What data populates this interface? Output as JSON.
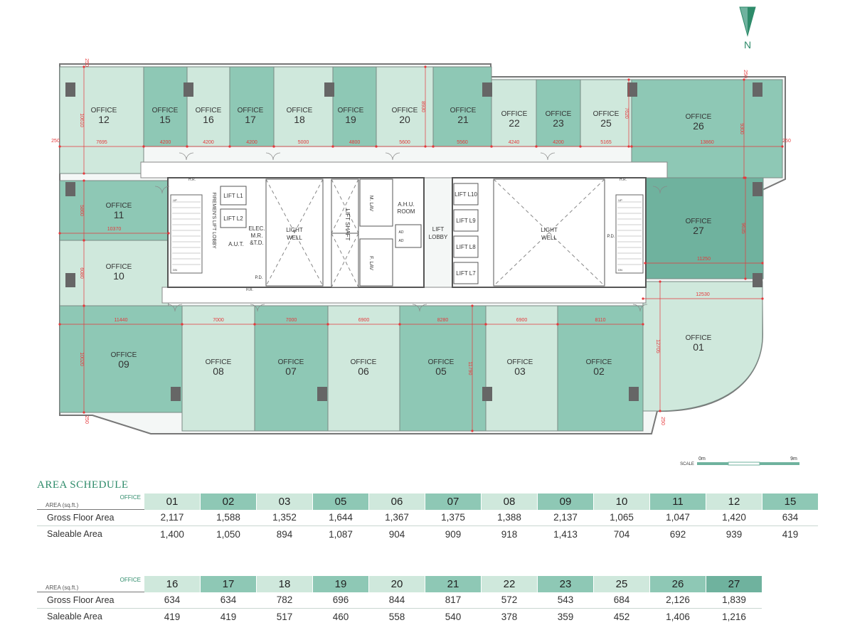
{
  "north": {
    "label": "N"
  },
  "scale": {
    "label": "SCALE",
    "start": "0m",
    "end": "9m"
  },
  "rooms": [
    {
      "id": "12",
      "label": "OFFICE",
      "num": "12"
    },
    {
      "id": "15",
      "label": "OFFICE",
      "num": "15"
    },
    {
      "id": "16",
      "label": "OFFICE",
      "num": "16"
    },
    {
      "id": "17",
      "label": "OFFICE",
      "num": "17"
    },
    {
      "id": "18",
      "label": "OFFICE",
      "num": "18"
    },
    {
      "id": "19",
      "label": "OFFICE",
      "num": "19"
    },
    {
      "id": "20",
      "label": "OFFICE",
      "num": "20"
    },
    {
      "id": "21",
      "label": "OFFICE",
      "num": "21"
    },
    {
      "id": "22",
      "label": "OFFICE",
      "num": "22"
    },
    {
      "id": "23",
      "label": "OFFICE",
      "num": "23"
    },
    {
      "id": "25",
      "label": "OFFICE",
      "num": "25"
    },
    {
      "id": "26",
      "label": "OFFICE",
      "num": "26"
    },
    {
      "id": "11",
      "label": "OFFICE",
      "num": "11"
    },
    {
      "id": "10",
      "label": "OFFICE",
      "num": "10"
    },
    {
      "id": "27",
      "label": "OFFICE",
      "num": "27"
    },
    {
      "id": "09",
      "label": "OFFICE",
      "num": "09"
    },
    {
      "id": "08",
      "label": "OFFICE",
      "num": "08"
    },
    {
      "id": "07",
      "label": "OFFICE",
      "num": "07"
    },
    {
      "id": "06",
      "label": "OFFICE",
      "num": "06"
    },
    {
      "id": "05",
      "label": "OFFICE",
      "num": "05"
    },
    {
      "id": "03",
      "label": "OFFICE",
      "num": "03"
    },
    {
      "id": "02",
      "label": "OFFICE",
      "num": "02"
    },
    {
      "id": "01",
      "label": "OFFICE",
      "num": "01"
    }
  ],
  "core_labels": {
    "firemen": "FIREMEN'S LIFT LOBBY",
    "lift_l1": "LIFT L1",
    "lift_l2": "LIFT L2",
    "elec": [
      "ELEC.",
      "M.R.",
      "&T.D."
    ],
    "aut": "A.U.T.",
    "pd": "P.D.",
    "hr": "H.R.",
    "light_well": [
      "LIGHT",
      "WELL"
    ],
    "lift_shaft": "LIFT SHAFT",
    "m_lav": "M. LAV",
    "f_lav": "F. LAV",
    "ahu": [
      "A.H.U.",
      "ROOM"
    ],
    "ad": "AD",
    "lift_lobby": [
      "LIFT",
      "LOBBY"
    ],
    "lifts_east": [
      "LIFT L10",
      "LIFT L9",
      "LIFT L8",
      "LIFT L7"
    ],
    "stair_up": "UP",
    "stair_dn": "DN"
  },
  "dimensions": {
    "top": [
      "7695",
      "4200",
      "4200",
      "4200",
      "5000",
      "4800",
      "5600",
      "5560",
      "4240",
      "4200",
      "5165",
      "13860"
    ],
    "edge": "250",
    "v12": "10610",
    "v20": "8930",
    "v25": "7620",
    "v26": "9300",
    "h11": "10370",
    "v11": "5860",
    "v10": "6080",
    "v27": "9635",
    "h27": "11250",
    "bottom": [
      "11440",
      "7000",
      "7000",
      "6900",
      "8280",
      "6900",
      "8110"
    ],
    "h01": "12530",
    "v01": "12705",
    "v09": "10020",
    "v05": "11790"
  },
  "schedule": {
    "title": "AREA SCHEDULE",
    "header_office": "OFFICE",
    "header_area": "AREA (sq.ft.)",
    "row_labels": [
      "Gross Floor Area",
      "Saleable Area"
    ],
    "table1": {
      "offices": [
        "01",
        "02",
        "03",
        "05",
        "06",
        "07",
        "08",
        "09",
        "10",
        "11",
        "12",
        "15"
      ],
      "gross": [
        "2,117",
        "1,588",
        "1,352",
        "1,644",
        "1,367",
        "1,375",
        "1,388",
        "2,137",
        "1,065",
        "1,047",
        "1,420",
        "634"
      ],
      "saleable": [
        "1,400",
        "1,050",
        "894",
        "1,087",
        "904",
        "909",
        "918",
        "1,413",
        "704",
        "692",
        "939",
        "419"
      ]
    },
    "table2": {
      "offices": [
        "16",
        "17",
        "18",
        "19",
        "20",
        "21",
        "22",
        "23",
        "25",
        "26",
        "27"
      ],
      "gross": [
        "634",
        "634",
        "782",
        "696",
        "844",
        "817",
        "572",
        "543",
        "684",
        "2,126",
        "1,839"
      ],
      "saleable": [
        "419",
        "419",
        "517",
        "460",
        "558",
        "540",
        "378",
        "359",
        "452",
        "1,406",
        "1,216"
      ]
    }
  },
  "colors": {
    "light": "#cfe8dc",
    "mid": "#a9d6c6",
    "dark": "#8ec8b5",
    "darker": "#6fb29e",
    "accent": "#2e8b6a",
    "dim": "#e5383b"
  }
}
